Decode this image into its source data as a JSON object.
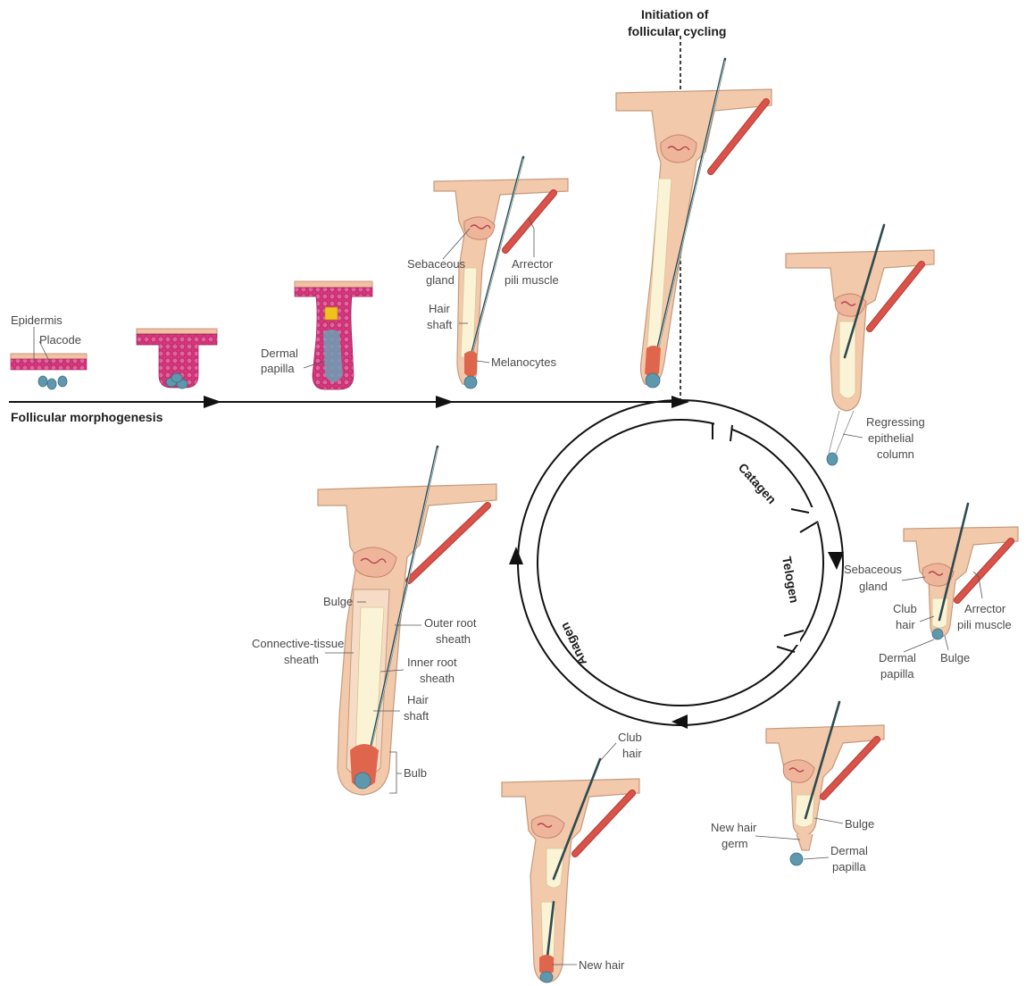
{
  "header": {
    "initiation_line1": "Initiation of",
    "initiation_line2": "follicular cycling",
    "morphogenesis": "Follicular morphogenesis"
  },
  "phases": {
    "catagen": "Catagen",
    "telogen": "Telogen",
    "anagen": "Anagen"
  },
  "labels": {
    "epidermis": "Epidermis",
    "placode": "Placode",
    "dermal_papilla_1": "Dermal",
    "dermal_papilla_2": "papilla",
    "sebaceous_1": "Sebaceous",
    "sebaceous_2": "gland",
    "arrector_1": "Arrector",
    "arrector_2": "pili muscle",
    "hair_1": "Hair",
    "hair_2": "shaft",
    "melanocytes": "Melanocytes",
    "regressing_1": "Regressing",
    "regressing_2": "epithelial",
    "regressing_3": "column",
    "t_sebaceous_1": "Sebaceous",
    "t_sebaceous_2": "gland",
    "t_club_1": "Club",
    "t_club_2": "hair",
    "t_arrector_1": "Arrector",
    "t_arrector_2": "pili muscle",
    "t_dermal_1": "Dermal",
    "t_dermal_2": "papilla",
    "t_bulge": "Bulge",
    "g_new_germ_1": "New hair",
    "g_new_germ_2": "germ",
    "g_bulge": "Bulge",
    "g_dermal_1": "Dermal",
    "g_dermal_2": "papilla",
    "e_club_1": "Club",
    "e_club_2": "hair",
    "e_new_hair": "New hair",
    "a_bulge": "Bulge",
    "a_outer_1": "Outer root",
    "a_outer_2": "sheath",
    "a_connective_1": "Connective-tissue",
    "a_connective_2": "sheath",
    "a_inner_1": "Inner root",
    "a_inner_2": "sheath",
    "a_hair_1": "Hair",
    "a_hair_2": "shaft",
    "a_bulb": "Bulb"
  },
  "colors": {
    "skin": "#f3c9ab",
    "muscle": "#d9534a",
    "papilla": "#5f97ad",
    "embryonic_cells": "#d6367a",
    "shaft": "#2f4a4f"
  }
}
